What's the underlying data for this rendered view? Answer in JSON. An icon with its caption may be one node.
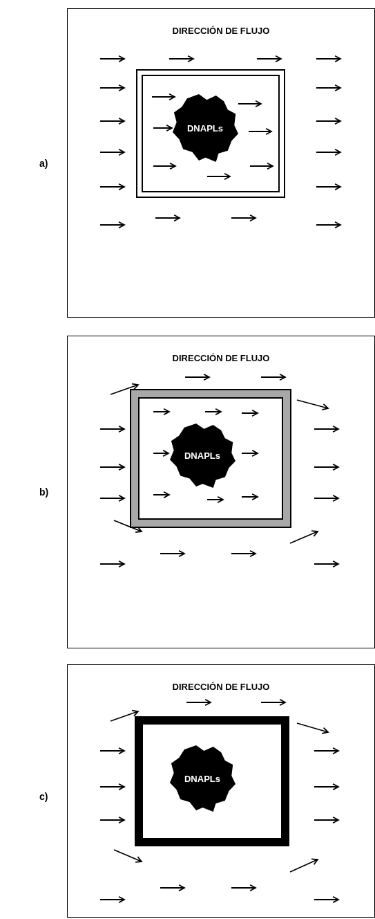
{
  "diagram": {
    "nodes": [
      {
        "text": [
          "DIRECCIÓN DE FLUJO"
        ],
        "beside": [
          "a)"
        ]
      },
      {
        "text": [],
        "shape": "box",
        "in": 0
      },
      {
        "text": [
          "DNAPLs"
        ],
        "in": 1
      },
      {
        "text": [
          "DIRECCIÓN DE FLUJO"
        ],
        "beside": [
          "b)"
        ]
      },
      {
        "text": [],
        "shape": "box",
        "in": 3
      },
      {
        "text": [
          "DNAPLs"
        ],
        "in": 4
      },
      {
        "text": [
          "DIRECCIÓN DE FLUJO"
        ],
        "beside": [
          "c)"
        ]
      },
      {
        "text": [],
        "shape": "box",
        "in": 6
      },
      {
        "text": [
          "DNAPLs"
        ],
        "in": 7
      }
    ]
  }
}
